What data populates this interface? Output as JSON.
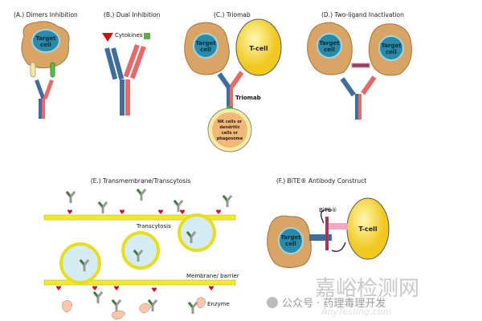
{
  "panels": {
    "a": {
      "title": "(A.) Dimers Inhibition",
      "cell_label": [
        "Target",
        "cell"
      ]
    },
    "b": {
      "title": "(B.) Dual Inhibition",
      "cytokines_label": "Cytokines"
    },
    "c": {
      "title": "(C.) Triomab",
      "cell_label": [
        "Target",
        "cell"
      ],
      "tcell_label": "T-cell",
      "antibody_label": "Triomab",
      "effector_label": [
        "NK cells or",
        "dendritic",
        "cells or",
        "phagosome"
      ]
    },
    "d": {
      "title": "(D.) Two-ligand Inactivation",
      "cell_label": [
        "Target",
        "cell"
      ]
    },
    "e": {
      "title": "(E.) Transmembrane/Transcytosis",
      "transcytosis_label": "Transcytosis",
      "membrane_label": "Membrane/ barrier",
      "enzyme_label": "Enzyme"
    },
    "f": {
      "title": "(F.) BiTE® Antibody Construct",
      "bite_label": "BiTE®",
      "cell_label": [
        "Target",
        "cell"
      ],
      "tcell_label": "T-cell"
    }
  },
  "watermark": {
    "line1": "嘉峪检测网",
    "line2": "公众号 · 药理毒理开发",
    "line3": "AnyTesting.com"
  },
  "colors": {
    "cell": "#d9a566",
    "nucleus": "#2a8aa8",
    "tcell": "#f5d33a",
    "heavy_blue": "#3f6e9e",
    "light_red": "#e56a6a",
    "membrane": "#f2ea2a",
    "vesicle": "#d6ecf5",
    "receptor": "#cc1122"
  }
}
